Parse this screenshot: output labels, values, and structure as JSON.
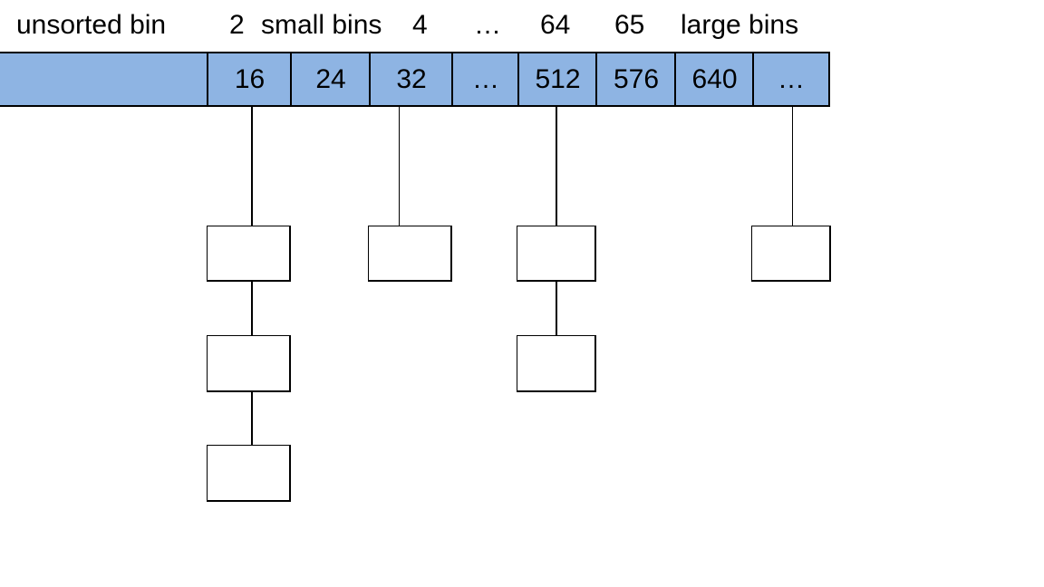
{
  "labels": {
    "unsorted": "unsorted bin",
    "bin2": "2",
    "small_bins": "small bins",
    "bin4": "4",
    "ellipsis1": "…",
    "bin64": "64",
    "bin65": "65",
    "large_bins": "large bins"
  },
  "bins": [
    "16",
    "24",
    "32",
    "…",
    "512",
    "576",
    "640",
    "…"
  ],
  "colors": {
    "bin_fill": "#8eb4e3",
    "line": "#000000",
    "chunk_fill": "#ffffff"
  }
}
